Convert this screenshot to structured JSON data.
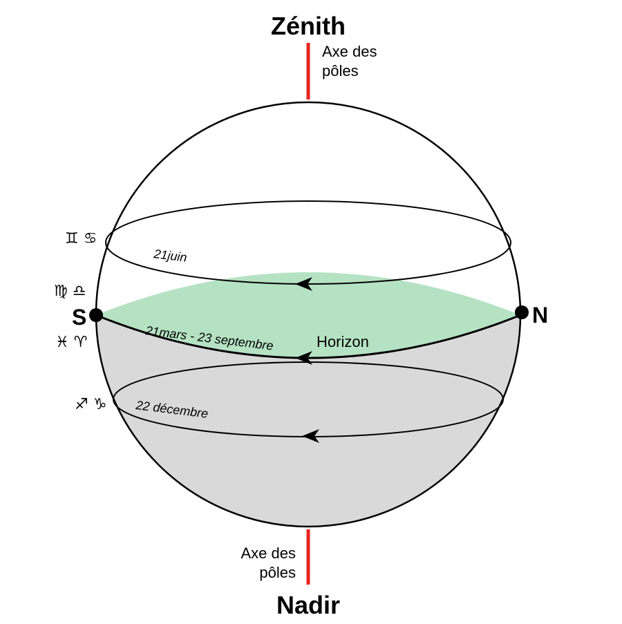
{
  "top": {
    "title": "Zénith",
    "axis_line1": "Axe des",
    "axis_line2": "pôles"
  },
  "bottom": {
    "title": "Nadir",
    "axis_line1": "Axe des",
    "axis_line2": "pôles"
  },
  "cardinals": {
    "south": "S",
    "north": "N"
  },
  "horizon": {
    "label": "Horizon"
  },
  "paths": {
    "summer": "21juin",
    "equinox": "21mars - 23 septembre",
    "winter": "22 décembre"
  },
  "zodiac": {
    "summer": "♊ ♋",
    "autumn": "♍ ♎",
    "spring": "♓ ♈",
    "winter": "♐ ♑"
  },
  "colors": {
    "axis": "#e8231f",
    "horizon_fill": "#b5e2c3",
    "below_horizon_fill": "#d9d9d9",
    "line": "#000000"
  }
}
